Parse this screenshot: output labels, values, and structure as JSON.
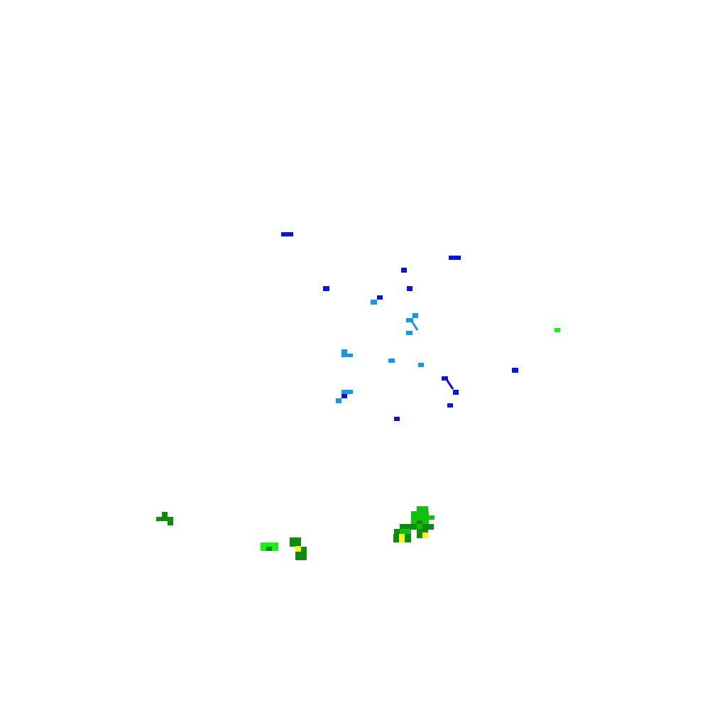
{
  "colors": {
    "background": "#ffffff",
    "blue": "#0a14d8",
    "lightblue": "#1497e6",
    "green": "#118a11",
    "midgreen": "#12c012",
    "lime": "#19f019",
    "yellow": "#f5f519"
  },
  "map_layers": {
    "blue_cells": "blue",
    "light_blue_cells": "lightblue",
    "vegetation_cells": "green"
  }
}
